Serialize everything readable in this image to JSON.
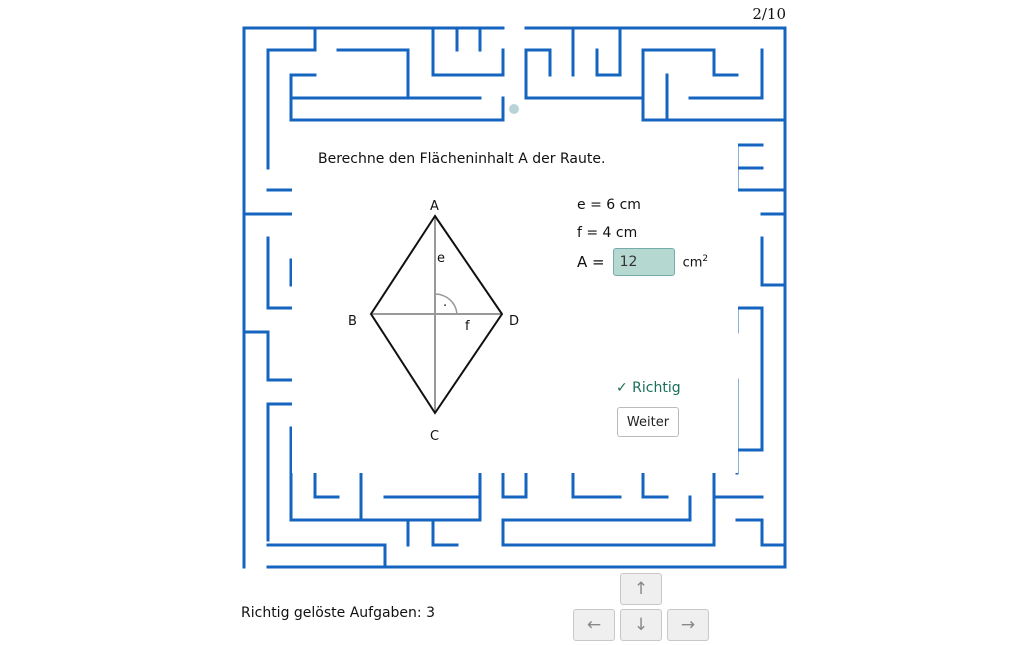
{
  "progress": "2/10",
  "colors": {
    "maze_wall": "#1565c0",
    "player_dot": "#b8d4d6",
    "input_bg": "#b5d8d0",
    "correct": "#1a6f5a"
  },
  "task": {
    "question": "Berechne den Flächeninhalt A der Raute.",
    "given_e": "e = 6 cm",
    "given_f": "f = 4 cm",
    "answer_label": "A =",
    "answer_value": "12",
    "unit": "cm",
    "unit_exp": "2",
    "feedback": "✓ Richtig",
    "continue_label": "Weiter"
  },
  "diagram": {
    "vertex_a": "A",
    "vertex_b": "B",
    "vertex_c": "C",
    "vertex_d": "D",
    "diag_e": "e",
    "diag_f": "f",
    "right_angle_dot": "·"
  },
  "score": "Richtig gelöste Aufgaben: 3",
  "controls": {
    "up": "↑",
    "left": "←",
    "down": "↓",
    "right": "→"
  }
}
